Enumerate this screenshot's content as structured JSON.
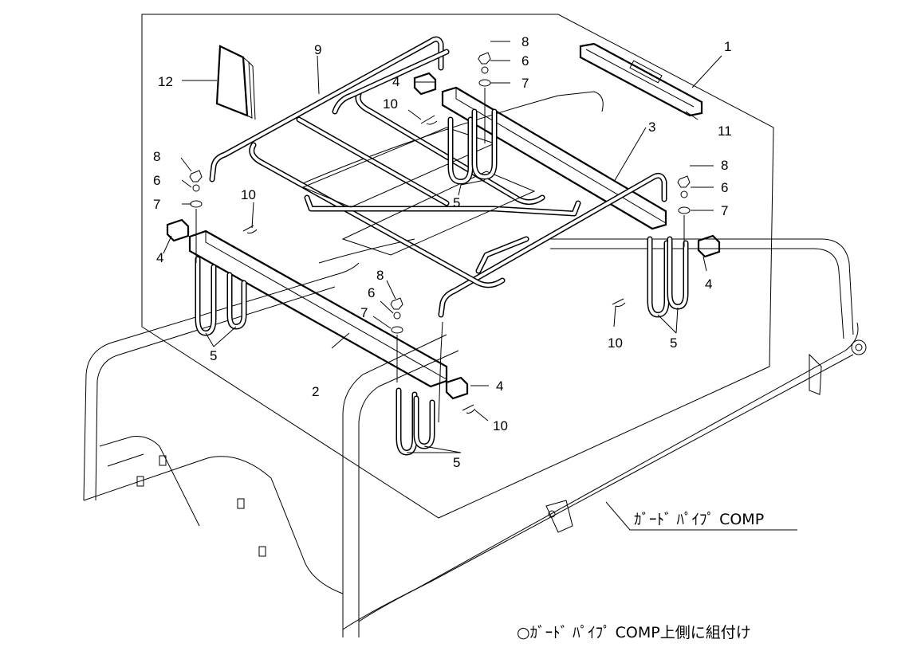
{
  "callouts": {
    "c1": "1",
    "c2": "2",
    "c3": "3",
    "c4a": "4",
    "c4b": "4",
    "c4c": "4",
    "c4d": "4",
    "c5a": "5",
    "c5b": "5",
    "c5c": "5",
    "c5d": "5",
    "c6a": "6",
    "c6b": "6",
    "c6c": "6",
    "c6d": "6",
    "c7a": "7",
    "c7b": "7",
    "c7c": "7",
    "c7d": "7",
    "c8a": "8",
    "c8b": "8",
    "c8c": "8",
    "c8d": "8",
    "c9": "9",
    "c10a": "10",
    "c10b": "10",
    "c10c": "10",
    "c10d": "10",
    "c11": "11",
    "c12": "12"
  },
  "guard_pipe_label": "ｶﾞｰﾄﾞ ﾊﾟｲﾌﾟ COMP",
  "footnote": "○ｶﾞｰﾄﾞ ﾊﾟｲﾌﾟ COMP上側に組付け"
}
